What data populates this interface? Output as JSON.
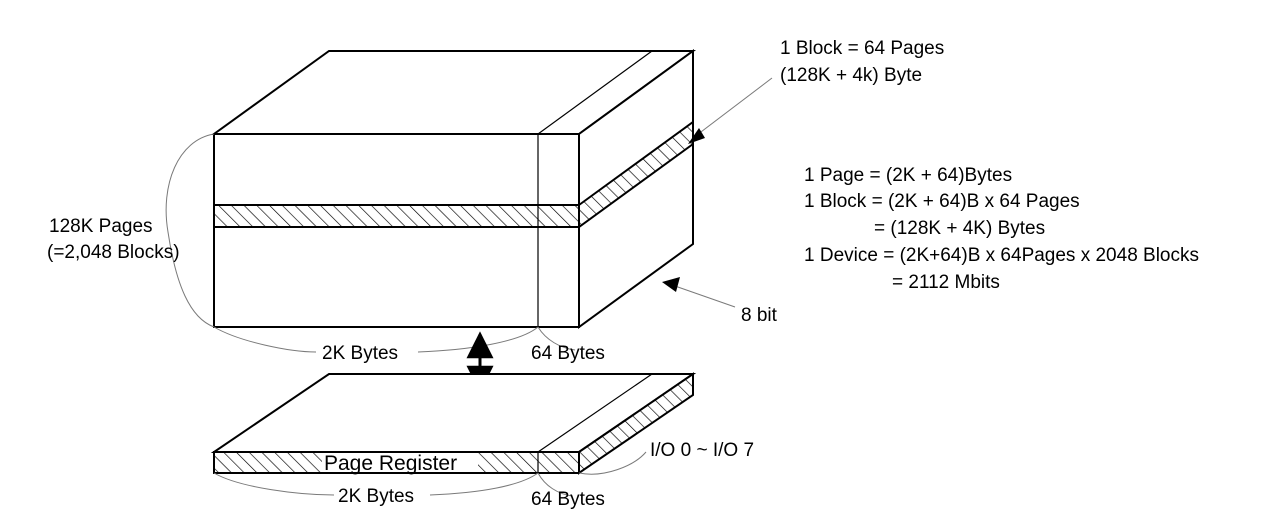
{
  "diagram": {
    "block_label_line1": "1 Block = 64 Pages",
    "block_label_line2": "(128K + 4k) Byte",
    "pages_label_line1": "128K Pages",
    "pages_label_line2": "(=2,048 Blocks)",
    "formula": {
      "line1": "1 Page = (2K + 64)Bytes",
      "line2": "1 Block = (2K + 64)B x 64 Pages",
      "line3": "= (128K + 4K) Bytes",
      "line4": "1 Device = (2K+64)B x 64Pages x 2048 Blocks",
      "line5": "= 2112 Mbits"
    },
    "bit_label": "8 bit",
    "main_width_label": "2K Bytes",
    "spare_width_label": "64 Bytes",
    "register_title": "Page Register",
    "register_width_label": "2K Bytes",
    "register_spare_label": "64 Bytes",
    "io_label": "I/O 0 ~ I/O 7"
  }
}
